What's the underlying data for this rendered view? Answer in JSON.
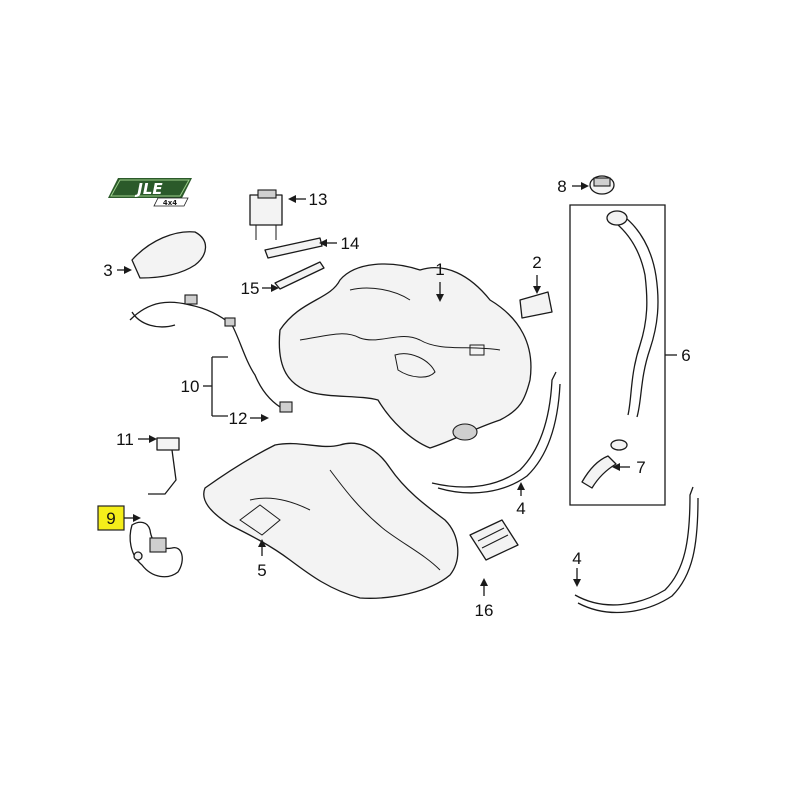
{
  "logo": {
    "text": "JLE",
    "subtext": "4x4"
  },
  "highlight_color": "#f4ee1a",
  "callouts": [
    {
      "id": "c1",
      "label": "1"
    },
    {
      "id": "c2",
      "label": "2"
    },
    {
      "id": "c3",
      "label": "3"
    },
    {
      "id": "c4a",
      "label": "4"
    },
    {
      "id": "c4b",
      "label": "4"
    },
    {
      "id": "c5",
      "label": "5"
    },
    {
      "id": "c6",
      "label": "6"
    },
    {
      "id": "c7",
      "label": "7"
    },
    {
      "id": "c8",
      "label": "8"
    },
    {
      "id": "c9",
      "label": "9",
      "highlighted": true
    },
    {
      "id": "c10",
      "label": "10"
    },
    {
      "id": "c11",
      "label": "11"
    },
    {
      "id": "c12",
      "label": "12"
    },
    {
      "id": "c13",
      "label": "13"
    },
    {
      "id": "c14",
      "label": "14"
    },
    {
      "id": "c15",
      "label": "15"
    },
    {
      "id": "c16",
      "label": "16"
    }
  ]
}
